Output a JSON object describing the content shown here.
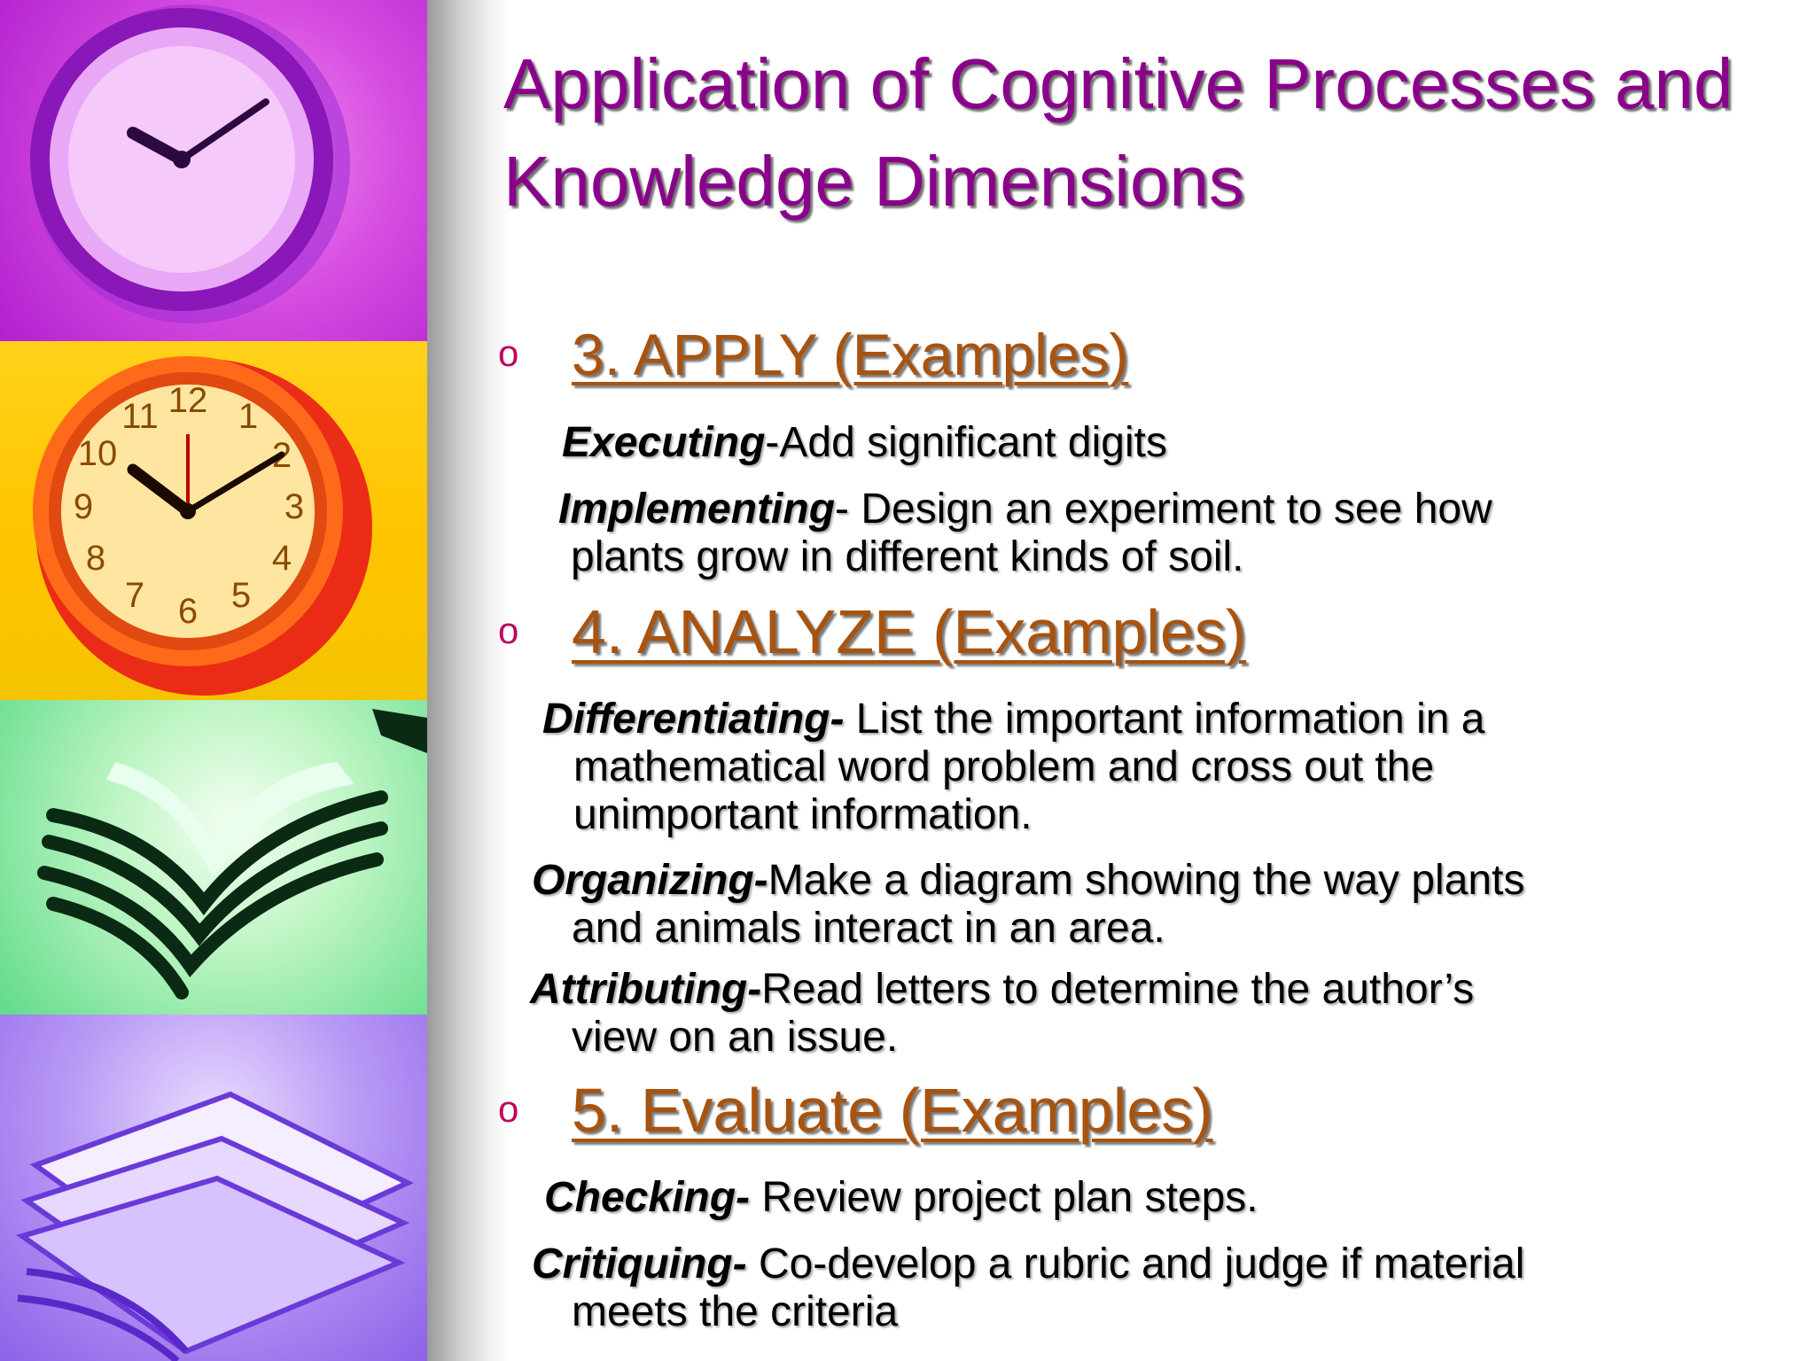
{
  "title": "Application of Cognitive Processes and Knowledge Dimensions",
  "bullet_glyph": "o",
  "sections": [
    {
      "heading": "3. APPLY (Examples)",
      "items": [
        {
          "term": "Executing",
          "text": "-Add significant digits"
        },
        {
          "term": "Implementing",
          "text": "- Design an experiment to see how",
          "cont": "plants grow in different kinds of soil."
        }
      ]
    },
    {
      "heading": "4. ANALYZE (Examples)",
      "items": [
        {
          "term": "Differentiating-",
          "text": " List the important information in a",
          "cont": "mathematical word problem and cross out the",
          "cont2": "unimportant information."
        },
        {
          "term": "Organizing-",
          "text": "Make a diagram showing the way plants",
          "cont": "and animals interact in an area."
        },
        {
          "term": "Attributing-",
          "text": "Read letters to determine the author’s",
          "cont": "view on an issue."
        }
      ]
    },
    {
      "heading": "5. Evaluate (Examples)",
      "items": [
        {
          "term": "Checking-",
          "text": " Review project plan steps."
        },
        {
          "term": "Critiquing-",
          "text": " Co-develop a rubric and judge if material",
          "cont": "meets the criteria"
        }
      ]
    }
  ],
  "colors": {
    "title": "#8b008b",
    "heading": "#a8530f",
    "bullet": "#c00060",
    "panels": [
      "#c83ad8",
      "#ffcc00",
      "#a8efb8",
      "#a882f0"
    ]
  }
}
